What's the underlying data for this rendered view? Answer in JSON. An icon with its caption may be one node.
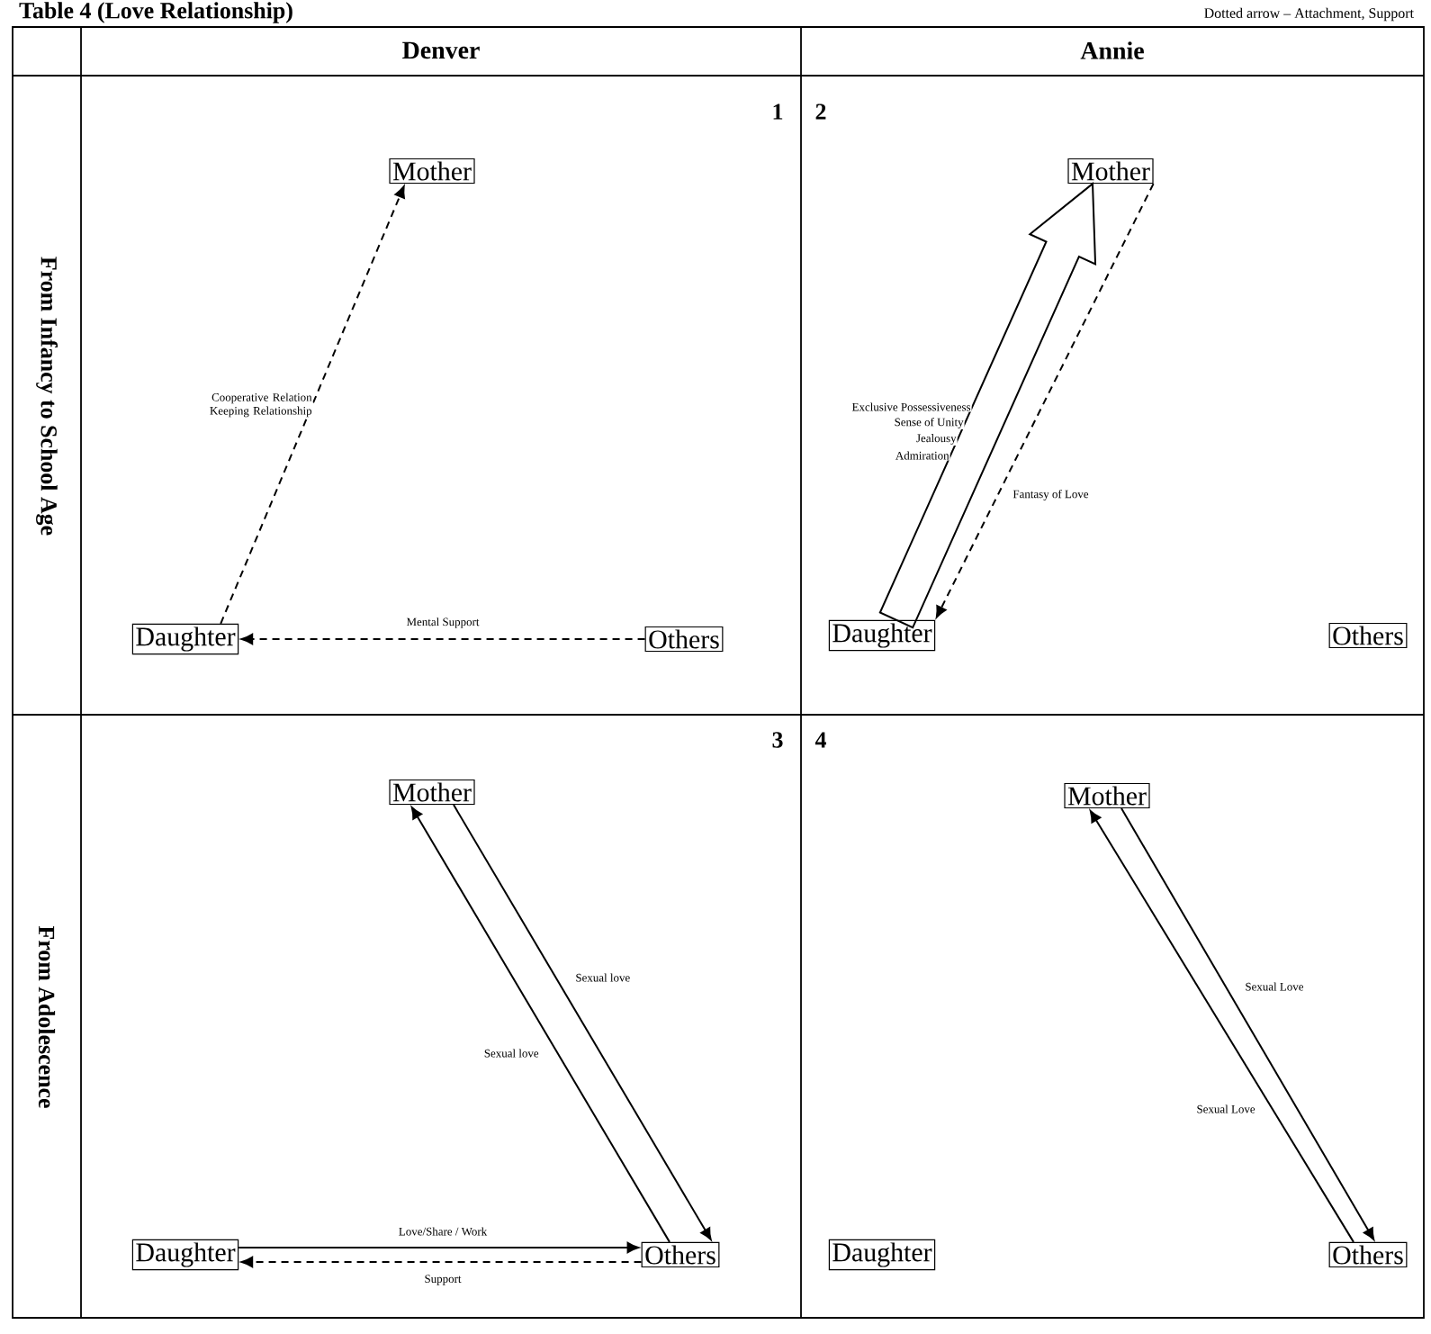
{
  "diagram": {
    "title": "Table 4 (Love Relationship)",
    "nodes": [
      {
        "text": [
          "Mother"
        ]
      },
      {
        "text": [
          "Daughter"
        ]
      },
      {
        "text": [
          "Others"
        ]
      },
      {
        "text": [
          "Mother"
        ]
      },
      {
        "text": [
          "Daughter"
        ]
      },
      {
        "text": [
          "Others"
        ]
      },
      {
        "text": [
          "Mother"
        ]
      },
      {
        "text": [
          "Daughter"
        ]
      },
      {
        "text": [
          "Others"
        ]
      },
      {
        "text": [
          "Mother"
        ]
      },
      {
        "text": [
          "Daughter"
        ]
      },
      {
        "text": [
          "Others"
        ]
      }
    ],
    "edges": [
      {
        "from": 1,
        "to": 0,
        "arrow": "to",
        "style": "dashed",
        "label": "Cooperative Relation Keeping Relationship"
      },
      {
        "from": 2,
        "to": 1,
        "arrow": "to",
        "style": "dashed",
        "label": "Mental Support"
      },
      {
        "from": 4,
        "to": 3,
        "arrow": "to",
        "style": "thick",
        "label": "Exclusive Possessiveness"
      },
      {
        "from": 3,
        "to": 4,
        "arrow": "to",
        "style": "dashed",
        "label": "Fantasy of Love"
      },
      {
        "from": 8,
        "to": 6,
        "arrow": "to",
        "label": "Sexual love"
      },
      {
        "from": 6,
        "to": 8,
        "arrow": "to",
        "label": "Sexual love"
      },
      {
        "from": 7,
        "to": 8,
        "arrow": "to",
        "label": "Love/Share / Work"
      },
      {
        "from": 8,
        "to": 7,
        "arrow": "to",
        "style": "dashed",
        "label": "Support"
      },
      {
        "from": 11,
        "to": 9,
        "arrow": "to",
        "label": "Sexual Love"
      },
      {
        "from": 9,
        "to": 11,
        "arrow": "to",
        "label": "Sexual Love"
      }
    ],
    "labels": [
      "Dotted arrow – Attachment, Support",
      "Denver",
      "Annie",
      "From Infancy to School Age",
      "1",
      "2",
      "Sense of Unity",
      "Jealousy",
      "Admiration",
      "From Adolescence",
      "3",
      "4"
    ]
  }
}
